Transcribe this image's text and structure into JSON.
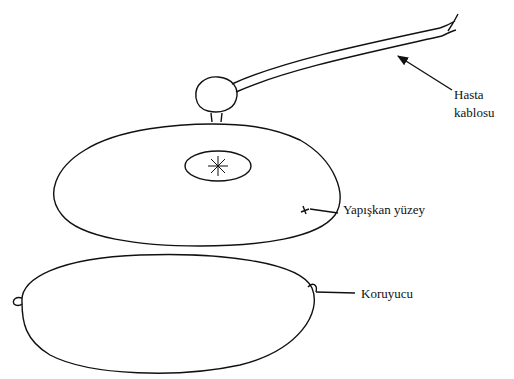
{
  "diagram": {
    "labels": [
      "Hasta kablosu",
      "Yapışkan yüzey",
      "Koruyucu"
    ]
  }
}
